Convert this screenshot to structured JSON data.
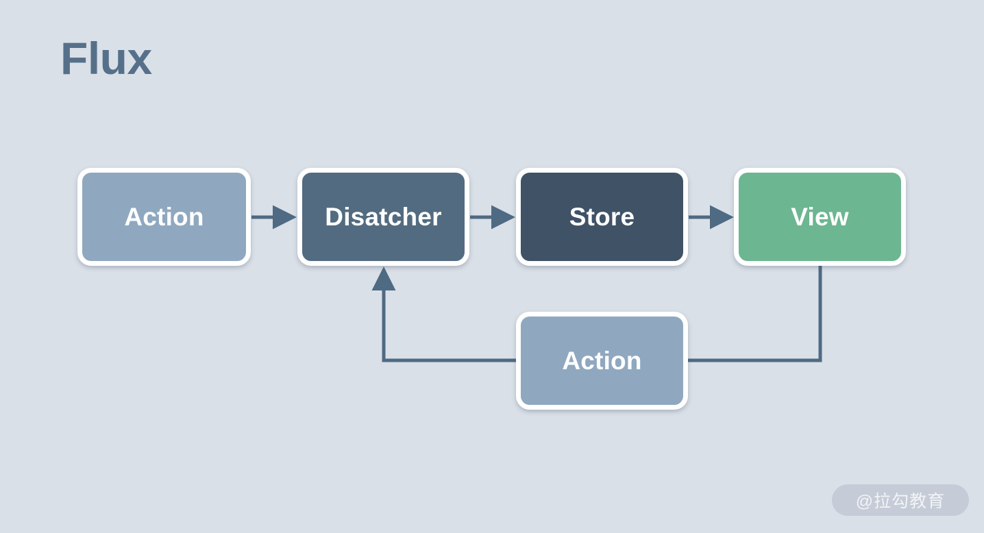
{
  "slide": {
    "title": "Flux",
    "background_color": "#dae0e8",
    "title_color": "#56708a",
    "connector_color": "#4f6a83"
  },
  "nodes": [
    {
      "id": "action-top",
      "label": "Action",
      "fill": "#8fa8c0",
      "text_color": "#ffffff"
    },
    {
      "id": "dispatcher",
      "label": "Disatcher",
      "fill": "#526b80",
      "text_color": "#ffffff"
    },
    {
      "id": "store",
      "label": "Store",
      "fill": "#3f5266",
      "text_color": "#ffffff"
    },
    {
      "id": "view",
      "label": "View",
      "fill": "#6cb691",
      "text_color": "#ffffff"
    },
    {
      "id": "action-bottom",
      "label": "Action",
      "fill": "#8fa8c0",
      "text_color": "#ffffff"
    }
  ],
  "edges": [
    {
      "from": "action-top",
      "to": "dispatcher",
      "arrow": true,
      "direction": "right"
    },
    {
      "from": "dispatcher",
      "to": "store",
      "arrow": true,
      "direction": "right"
    },
    {
      "from": "store",
      "to": "view",
      "arrow": true,
      "direction": "right"
    },
    {
      "from": "view",
      "to": "action-bottom",
      "arrow": false,
      "direction": "down-left"
    },
    {
      "from": "action-bottom",
      "to": "dispatcher",
      "arrow": true,
      "direction": "left-up"
    }
  ],
  "watermark": {
    "text": "@拉勾教育"
  }
}
